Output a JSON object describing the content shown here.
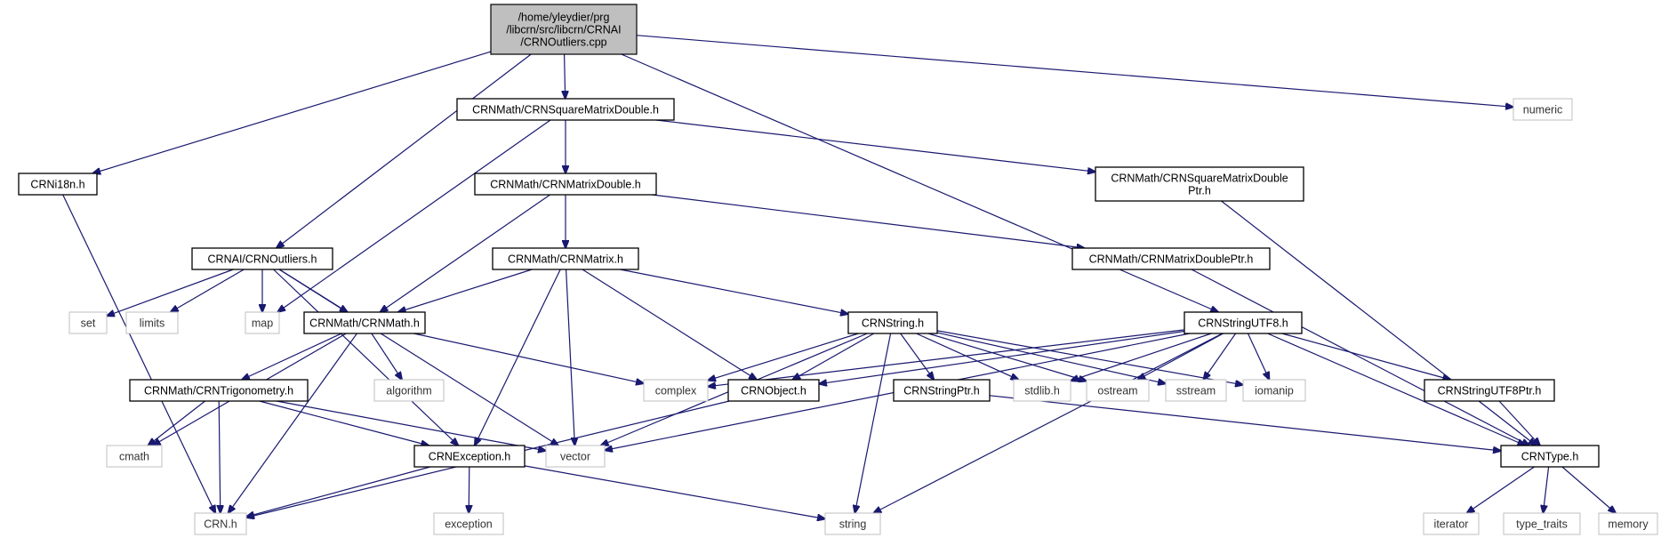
{
  "diagram": {
    "type": "include-dependency-graph",
    "nodes": [
      {
        "id": "root",
        "lines": [
          "/home/yleydier/prg",
          "/libcrn/src/libcrn/CRNAI",
          "/CRNOutliers.cpp"
        ],
        "style": "root"
      },
      {
        "id": "sqmd",
        "lines": [
          "CRNMath/CRNSquareMatrixDouble.h"
        ],
        "style": "internal"
      },
      {
        "id": "numeric",
        "lines": [
          "numeric"
        ],
        "style": "external"
      },
      {
        "id": "i18n",
        "lines": [
          "CRNi18n.h"
        ],
        "style": "internal"
      },
      {
        "id": "md",
        "lines": [
          "CRNMath/CRNMatrixDouble.h"
        ],
        "style": "internal"
      },
      {
        "id": "sqmdptr",
        "lines": [
          "CRNMath/CRNSquareMatrixDouble",
          "Ptr.h"
        ],
        "style": "internal"
      },
      {
        "id": "outliers",
        "lines": [
          "CRNAI/CRNOutliers.h"
        ],
        "style": "internal"
      },
      {
        "id": "matrix",
        "lines": [
          "CRNMath/CRNMatrix.h"
        ],
        "style": "internal"
      },
      {
        "id": "mdptr",
        "lines": [
          "CRNMath/CRNMatrixDoublePtr.h"
        ],
        "style": "internal"
      },
      {
        "id": "set",
        "lines": [
          "set"
        ],
        "style": "external"
      },
      {
        "id": "limits",
        "lines": [
          "limits"
        ],
        "style": "external"
      },
      {
        "id": "map",
        "lines": [
          "map"
        ],
        "style": "external"
      },
      {
        "id": "math",
        "lines": [
          "CRNMath/CRNMath.h"
        ],
        "style": "internal"
      },
      {
        "id": "string_h",
        "lines": [
          "CRNString.h"
        ],
        "style": "internal"
      },
      {
        "id": "utf8",
        "lines": [
          "CRNStringUTF8.h"
        ],
        "style": "internal"
      },
      {
        "id": "trig",
        "lines": [
          "CRNMath/CRNTrigonometry.h"
        ],
        "style": "internal"
      },
      {
        "id": "algorithm",
        "lines": [
          "algorithm"
        ],
        "style": "external"
      },
      {
        "id": "complex",
        "lines": [
          "complex"
        ],
        "style": "external"
      },
      {
        "id": "object",
        "lines": [
          "CRNObject.h"
        ],
        "style": "internal"
      },
      {
        "id": "strptr",
        "lines": [
          "CRNStringPtr.h"
        ],
        "style": "internal"
      },
      {
        "id": "stdlib",
        "lines": [
          "stdlib.h"
        ],
        "style": "external"
      },
      {
        "id": "ostream",
        "lines": [
          "ostream"
        ],
        "style": "external"
      },
      {
        "id": "sstream",
        "lines": [
          "sstream"
        ],
        "style": "external"
      },
      {
        "id": "iomanip",
        "lines": [
          "iomanip"
        ],
        "style": "external"
      },
      {
        "id": "utf8ptr",
        "lines": [
          "CRNStringUTF8Ptr.h"
        ],
        "style": "internal"
      },
      {
        "id": "cmath",
        "lines": [
          "cmath"
        ],
        "style": "external"
      },
      {
        "id": "exception_h",
        "lines": [
          "CRNException.h"
        ],
        "style": "internal"
      },
      {
        "id": "vector",
        "lines": [
          "vector"
        ],
        "style": "external"
      },
      {
        "id": "type",
        "lines": [
          "CRNType.h"
        ],
        "style": "internal"
      },
      {
        "id": "crn",
        "lines": [
          "CRN.h"
        ],
        "style": "external"
      },
      {
        "id": "exception",
        "lines": [
          "exception"
        ],
        "style": "external"
      },
      {
        "id": "string",
        "lines": [
          "string"
        ],
        "style": "external"
      },
      {
        "id": "iterator",
        "lines": [
          "iterator"
        ],
        "style": "external"
      },
      {
        "id": "type_traits",
        "lines": [
          "type_traits"
        ],
        "style": "external"
      },
      {
        "id": "memory",
        "lines": [
          "memory"
        ],
        "style": "external"
      }
    ],
    "edges": [
      [
        "root",
        "sqmd"
      ],
      [
        "root",
        "numeric"
      ],
      [
        "root",
        "i18n"
      ],
      [
        "root",
        "outliers"
      ],
      [
        "root",
        "utf8"
      ],
      [
        "sqmd",
        "md"
      ],
      [
        "sqmd",
        "sqmdptr"
      ],
      [
        "sqmd",
        "map"
      ],
      [
        "md",
        "matrix"
      ],
      [
        "md",
        "mdptr"
      ],
      [
        "md",
        "math"
      ],
      [
        "sqmdptr",
        "type"
      ],
      [
        "mdptr",
        "type"
      ],
      [
        "i18n",
        "crn"
      ],
      [
        "outliers",
        "set"
      ],
      [
        "outliers",
        "limits"
      ],
      [
        "outliers",
        "map"
      ],
      [
        "outliers",
        "math"
      ],
      [
        "outliers",
        "vector"
      ],
      [
        "outliers",
        "exception_h"
      ],
      [
        "matrix",
        "math"
      ],
      [
        "matrix",
        "string_h"
      ],
      [
        "matrix",
        "object"
      ],
      [
        "matrix",
        "vector"
      ],
      [
        "matrix",
        "exception_h"
      ],
      [
        "math",
        "trig"
      ],
      [
        "math",
        "algorithm"
      ],
      [
        "math",
        "complex"
      ],
      [
        "math",
        "cmath"
      ],
      [
        "math",
        "crn"
      ],
      [
        "trig",
        "cmath"
      ],
      [
        "trig",
        "crn"
      ],
      [
        "trig",
        "exception_h"
      ],
      [
        "trig",
        "vector"
      ],
      [
        "string_h",
        "complex"
      ],
      [
        "string_h",
        "object"
      ],
      [
        "string_h",
        "strptr"
      ],
      [
        "string_h",
        "stdlib"
      ],
      [
        "string_h",
        "ostream"
      ],
      [
        "string_h",
        "sstream"
      ],
      [
        "string_h",
        "iomanip"
      ],
      [
        "string_h",
        "vector"
      ],
      [
        "string_h",
        "string"
      ],
      [
        "utf8",
        "complex"
      ],
      [
        "utf8",
        "object"
      ],
      [
        "utf8",
        "stdlib"
      ],
      [
        "utf8",
        "ostream"
      ],
      [
        "utf8",
        "sstream"
      ],
      [
        "utf8",
        "iomanip"
      ],
      [
        "utf8",
        "utf8ptr"
      ],
      [
        "utf8",
        "vector"
      ],
      [
        "utf8",
        "string"
      ],
      [
        "utf8",
        "type"
      ],
      [
        "object",
        "crn"
      ],
      [
        "strptr",
        "type"
      ],
      [
        "utf8ptr",
        "type"
      ],
      [
        "exception_h",
        "crn"
      ],
      [
        "exception_h",
        "exception"
      ],
      [
        "exception_h",
        "string"
      ],
      [
        "type",
        "iterator"
      ],
      [
        "type",
        "type_traits"
      ],
      [
        "type",
        "memory"
      ]
    ]
  }
}
